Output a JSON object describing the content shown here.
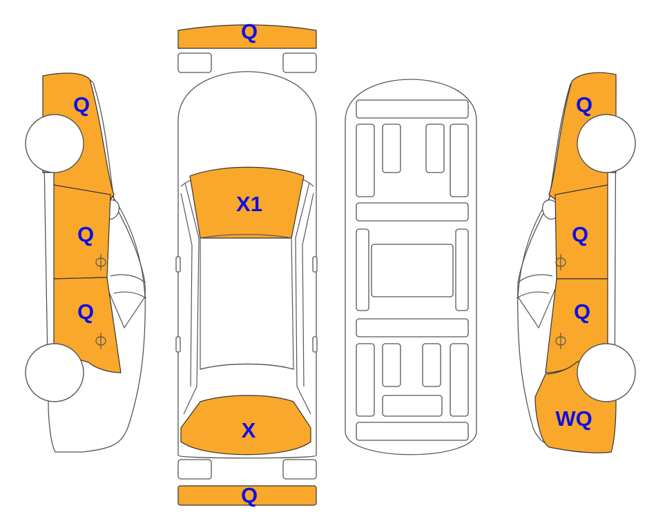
{
  "colors": {
    "damaged_fill": "#F9A82C",
    "panel_stroke": "#333333",
    "line": "#555555",
    "label": "#1010E0",
    "background": "#FFFFFF"
  },
  "labels": {
    "front_bumper": "Q",
    "rear_bumper": "Q",
    "windshield": "X1",
    "rear_window": "X",
    "left_front_fender": "Q",
    "left_front_door": "Q",
    "left_rear_door": "Q",
    "right_front_fender": "Q",
    "right_front_door": "Q",
    "right_rear_door": "Q",
    "right_rear_quarter": "WQ"
  }
}
